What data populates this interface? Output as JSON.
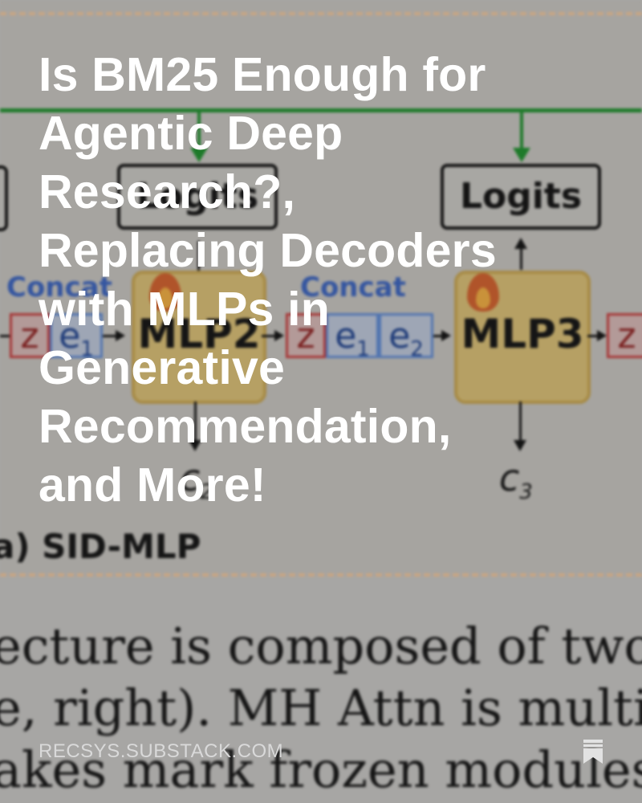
{
  "title": "Is BM25 Enough for Agentic Deep Research?, Replacing Decoders with MLPs in Generative Recommendation, and More!",
  "domain": "RECSYS.SUBSTACK.COM",
  "figure": {
    "logits_label": "Logits",
    "concat_label": "Concat",
    "mlp2_label": "MLP2",
    "mlp3_label": "MLP3",
    "z_label": "z",
    "e1_label": "e",
    "e1_sub": "1",
    "e2_label": "e",
    "e2_sub": "2",
    "c3_label": "c",
    "c3_sub": "3",
    "c2_label": "c",
    "c2_sub": "2",
    "panel_caption": "a) SID-MLP",
    "caption_lines": [
      "ecture is composed of two com",
      "e, right). MH Attn is multi-he",
      "akes mark frozen modules, an"
    ]
  },
  "icons": {
    "bookmark": "bookmark-icon",
    "flame": "flame-icon"
  },
  "colors": {
    "title_text": "#ffffff",
    "domain_text": "#d9d9d9",
    "green_line": "#1e7a2a",
    "mlp_fill": "#b6a064",
    "concat_text": "#3556a0"
  }
}
